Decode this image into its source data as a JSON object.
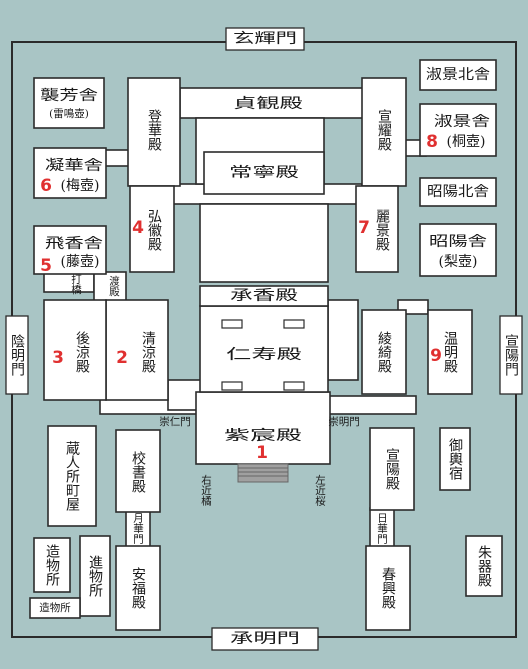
{
  "colors": {
    "ground": "#a9c5c5",
    "building": "#ffffff",
    "stroke": "#2b2b2b",
    "number": "#e03030",
    "stair": "#a0a0a0"
  },
  "gates": {
    "north": "玄輝門",
    "south": "承明門",
    "west": "陰明門",
    "east": "宣陽門",
    "shinnin": "崇仁門",
    "sumei": "崇明門",
    "gekka": "月華門",
    "nikka": "日華門",
    "watadono": "渡殿",
    "uchihashi": "打橋"
  },
  "trees": {
    "ukon": "右近橘",
    "sakon": "左近桜"
  },
  "buildings": {
    "shishinden": "紫宸殿",
    "seiryoden": "清涼殿",
    "koryoden": "後涼殿",
    "kokiden": "弘徽殿",
    "jokyoden": "承香殿",
    "jijuden": "仁寿殿",
    "joneiden": "常寧殿",
    "jogandan": "貞観殿",
    "tokaden": "登華殿",
    "senyoden_north": "宣耀殿",
    "reikeiden": "麗景殿",
    "ryokiden": "綾綺殿",
    "unmeiden": "温明殿",
    "shigeisha": "淑景舎",
    "shigeisha_sub": "(桐壺)",
    "shigeisha_kita": "淑景北舎",
    "shoyosha": "昭陽舎",
    "shoyosha_sub": "(梨壺)",
    "shoyo_kita": "昭陽北舎",
    "shuhosha": "襲芳舎",
    "shuhosha_sub": "(雷鳴壺)",
    "gyokasha": "凝華舎",
    "gyokasha_sub": "(梅壺)",
    "higyosha": "飛香舎",
    "higyosha_sub": "(藤壺)",
    "kurodo": "蔵人所町屋",
    "kyoshoden": "校書殿",
    "anpukuden": "安福殿",
    "shinmotsu": "進物所",
    "zobutsu": "造物所",
    "senyoden_south": "宣陽殿",
    "shunkoden": "春興殿",
    "gyokoshuku": "御輿宿",
    "shukiden": "朱器殿"
  },
  "numbers": [
    "1",
    "2",
    "3",
    "4",
    "5",
    "6",
    "7",
    "8",
    "9"
  ]
}
